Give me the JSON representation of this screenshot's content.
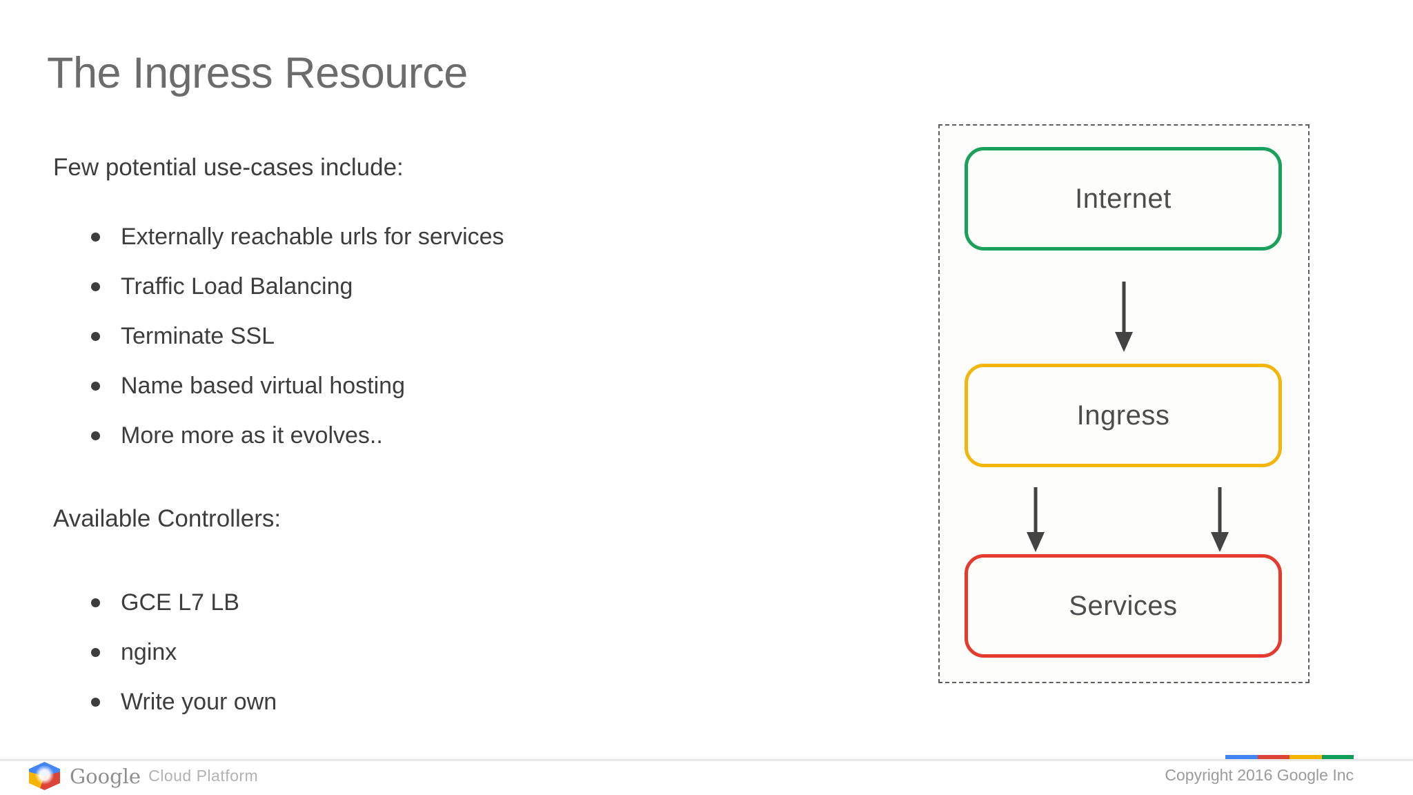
{
  "slide": {
    "title": "The Ingress Resource",
    "sections": [
      {
        "heading": "Few potential use-cases include:",
        "bullets": [
          "Externally reachable urls for services",
          "Traffic Load Balancing",
          "Terminate SSL",
          "Name based virtual hosting",
          "More more as it evolves.."
        ]
      },
      {
        "heading": "Available Controllers:",
        "bullets": [
          "GCE L7 LB",
          "nginx",
          "Write your own"
        ]
      }
    ]
  },
  "diagram": {
    "nodes": [
      {
        "label": "Internet",
        "color": "#17a15b"
      },
      {
        "label": "Ingress",
        "color": "#f2b50c"
      },
      {
        "label": "Services",
        "color": "#e53a2e"
      }
    ],
    "arrow_color": "#434343"
  },
  "footer": {
    "logo": {
      "icon": "gcp-hexagon-icon",
      "brand": "Google",
      "product": "Cloud Platform"
    },
    "accent_bars": [
      "#4285f4",
      "#db4437",
      "#f4b400",
      "#0f9d58"
    ],
    "copyright": "Copyright 2016 Google Inc"
  }
}
